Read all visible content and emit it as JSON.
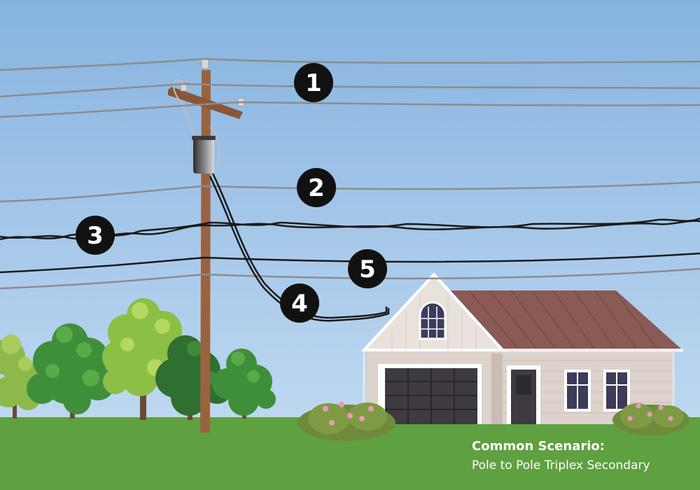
{
  "callouts": [
    {
      "label": "1"
    },
    {
      "label": "2"
    },
    {
      "label": "3"
    },
    {
      "label": "4"
    },
    {
      "label": "5"
    }
  ],
  "caption": {
    "title": "Common Scenario:",
    "subtitle": "Pole to Pole Triplex Secondary"
  },
  "colors": {
    "sky_top": "#86b3e0",
    "sky_bottom": "#c4dcf2",
    "grass": "#5fa040",
    "pole": "#9a6340",
    "wire_gray": "#8c8c8c",
    "cable_black": "#1a1a1a",
    "roof": "#8a5a55",
    "house_wall": "#ddd2cc",
    "garage": "#3e3a40"
  }
}
